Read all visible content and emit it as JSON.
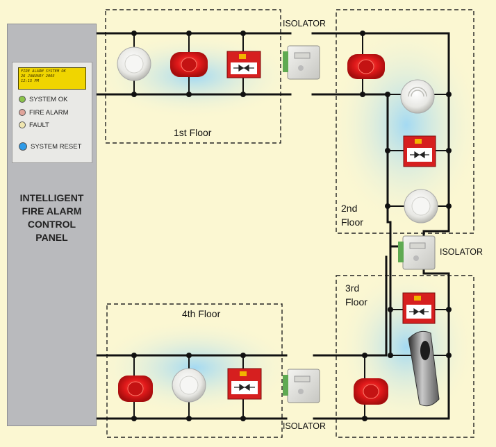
{
  "panel": {
    "lcd_lines": [
      "FIRE ALARM SYSTEM OK",
      "26 JANUARY 2003",
      "12:15 PM"
    ],
    "indicators": [
      {
        "label": "SYSTEM OK",
        "color": "#8bc34a"
      },
      {
        "label": "FIRE ALARM",
        "color": "#e0a59b"
      },
      {
        "label": "FAULT",
        "color": "#f0e6b0"
      },
      {
        "label": "SYSTEM RESET",
        "color": "#2f9be8"
      }
    ],
    "title_lines": [
      "INTELLIGENT",
      "FIRE ALARM",
      "CONTROL",
      "PANEL"
    ]
  },
  "zones": {
    "floor1": "1st Floor",
    "floor2": [
      "2nd",
      "Floor"
    ],
    "floor3": [
      "3rd",
      "Floor"
    ],
    "floor4": "4th Floor"
  },
  "isolators": {
    "top": "ISOLATOR",
    "right": "ISOLATOR",
    "bottom": "ISOLATOR"
  },
  "colors": {
    "sounder": "#e21b1b",
    "call_point": "#d61f1f",
    "wiring": "#111111",
    "zone_glow": "#a8dcf5"
  }
}
